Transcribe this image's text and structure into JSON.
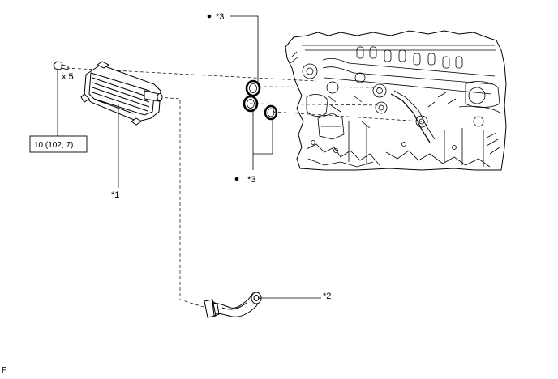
{
  "labels": {
    "callout_3_top": "*3",
    "callout_3_bottom": "*3",
    "callout_1": "*1",
    "callout_2": "*2",
    "bolt_qty": "x 5",
    "torque": "10 (102, 7)",
    "corner_mark": "P"
  },
  "icons": {
    "bolt": "hex-bolt-icon",
    "oil_cooler": "oil-cooler-icon",
    "water_hose": "water-hose-icon",
    "o_ring": "o-ring-icon",
    "engine_block": "engine-block-illustration",
    "bullet": "bullet-dot-icon"
  },
  "colors": {
    "line": "#000000",
    "background": "#ffffff"
  }
}
